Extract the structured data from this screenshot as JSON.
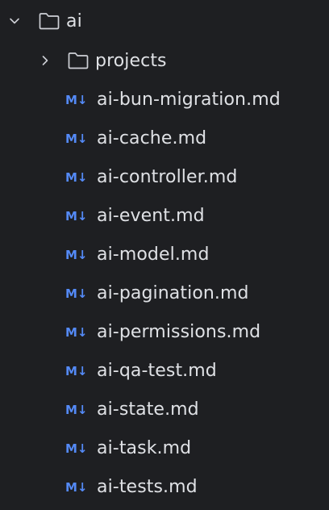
{
  "tree": {
    "root": {
      "label": "ai",
      "expanded": true,
      "icon": "folder-icon"
    },
    "folders": [
      {
        "label": "projects",
        "expanded": false,
        "icon": "folder-icon"
      }
    ],
    "files": [
      {
        "label": "ai-bun-migration.md",
        "icon": "markdown-icon"
      },
      {
        "label": "ai-cache.md",
        "icon": "markdown-icon"
      },
      {
        "label": "ai-controller.md",
        "icon": "markdown-icon"
      },
      {
        "label": "ai-event.md",
        "icon": "markdown-icon"
      },
      {
        "label": "ai-model.md",
        "icon": "markdown-icon"
      },
      {
        "label": "ai-pagination.md",
        "icon": "markdown-icon"
      },
      {
        "label": "ai-permissions.md",
        "icon": "markdown-icon"
      },
      {
        "label": "ai-qa-test.md",
        "icon": "markdown-icon"
      },
      {
        "label": "ai-state.md",
        "icon": "markdown-icon"
      },
      {
        "label": "ai-task.md",
        "icon": "markdown-icon"
      },
      {
        "label": "ai-tests.md",
        "icon": "markdown-icon"
      }
    ]
  },
  "colors": {
    "background": "#1e1f22",
    "text": "#dfe1e5",
    "icon_outline": "#ced0d6",
    "markdown_accent": "#548af7"
  }
}
